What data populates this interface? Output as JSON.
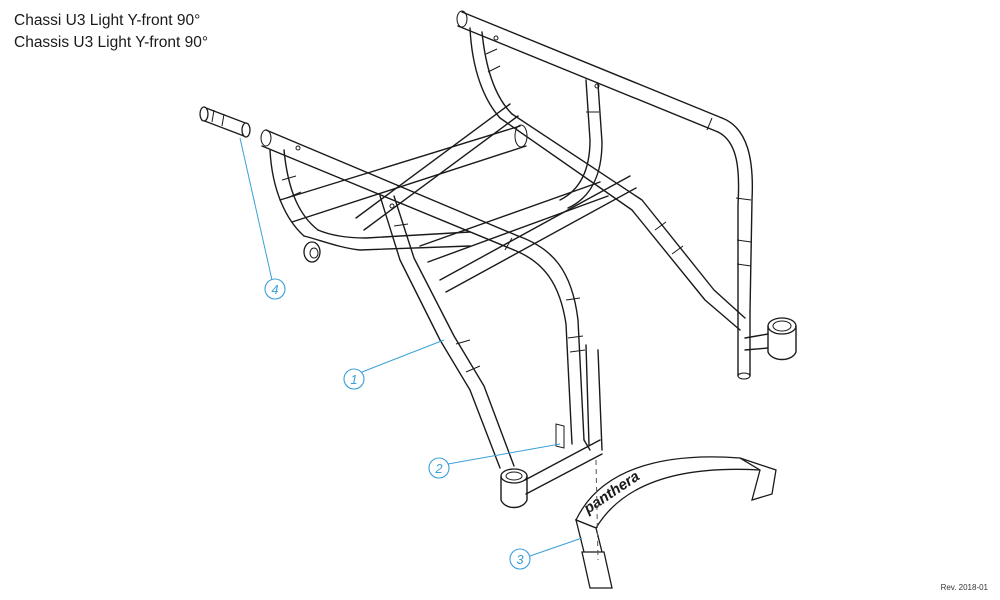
{
  "title": {
    "line1": "Chassi U3 Light Y-front 90°",
    "line2": "Chassis U3 Light Y-front 90°"
  },
  "callouts": [
    {
      "id": "1",
      "label": "1"
    },
    {
      "id": "2",
      "label": "2"
    },
    {
      "id": "3",
      "label": "3"
    },
    {
      "id": "4",
      "label": "4"
    }
  ],
  "brand_text": "panthera",
  "revision": "Rev. 2018-01",
  "colors": {
    "line": "#1a1a1a",
    "callout": "#3aa0d8",
    "background": "#ffffff"
  }
}
